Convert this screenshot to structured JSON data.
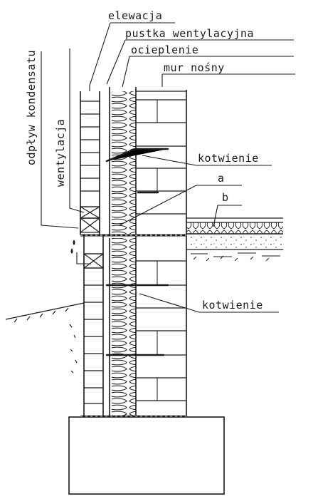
{
  "labels": {
    "elewacja": "elewacja",
    "pustka": "pustka wentylacyjna",
    "ocieplenie": "ocieplenie",
    "mur": "mur nośny",
    "kotwienie_upper": "kotwienie",
    "a": "a",
    "b": "b",
    "kotwienie_lower": "kotwienie",
    "odplyw": "odpływ kondensatu",
    "wentylacja": "wentylacja"
  },
  "colors": {
    "ink": "#1a1a1a",
    "paper": "#ffffff"
  }
}
